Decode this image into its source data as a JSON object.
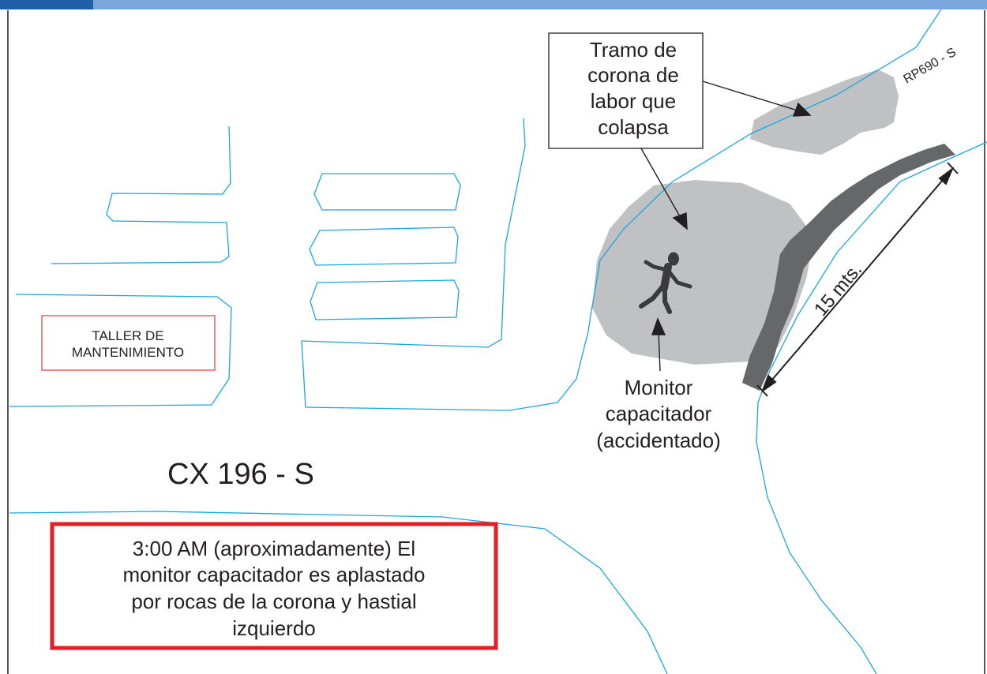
{
  "labels": {
    "taller_line1": "TALLER DE",
    "taller_line2": "MANTENIMIENTO",
    "tramo_line1": "Tramo de",
    "tramo_line2": "corona de",
    "tramo_line3": "labor que",
    "tramo_line4": "colapsa",
    "rp690": "RP690 - S",
    "monitor_line1": "Monitor",
    "monitor_line2": "capacitador",
    "monitor_line3": "(accidentado)",
    "distance": "15 mts.",
    "cx196": "CX 196 - S",
    "note_line1": "3:00 AM (aproximadamente) El",
    "note_line2": "monitor capacitador es aplastado",
    "note_line3": "por rocas de la corona y hastial",
    "note_line4": "izquierdo"
  },
  "colors": {
    "header_dark": "#1f5fa8",
    "header_light": "#7aa6dc",
    "gallery_line": "#1aa6e0",
    "zone_gray": "#c0c1c3",
    "wall_gray": "#666769",
    "taller_border": "#e23a3a",
    "note_border": "#e31e24",
    "text": "#231f20"
  }
}
